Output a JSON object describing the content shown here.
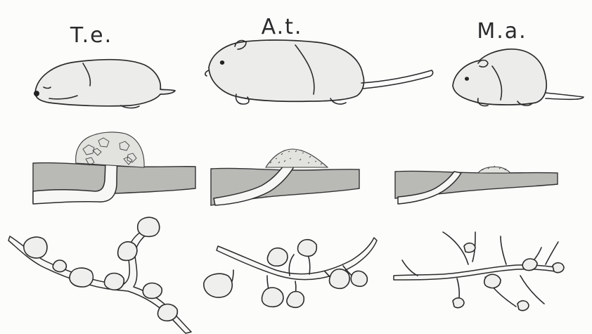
{
  "labels": {
    "te": "T.e.",
    "at": "A.t.",
    "ma": "M.a."
  }
}
